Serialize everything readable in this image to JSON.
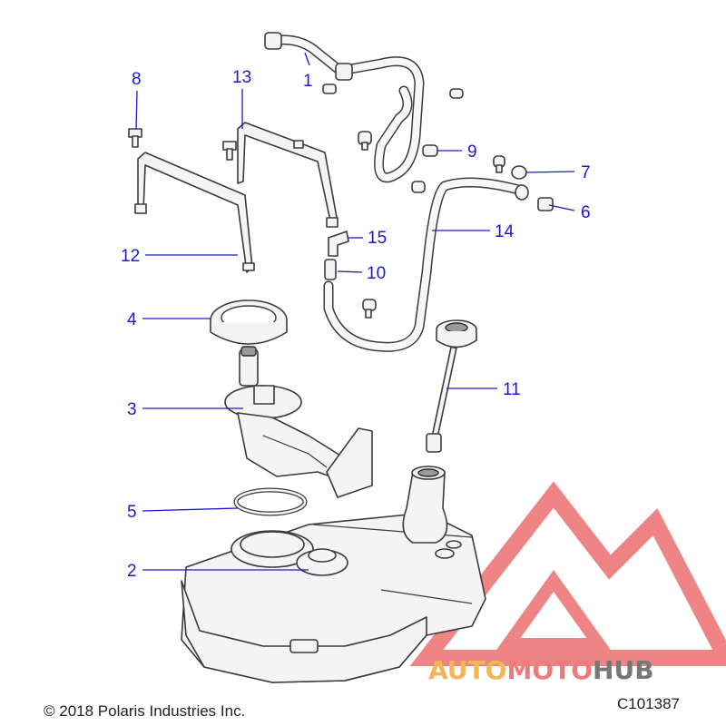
{
  "callouts": [
    "1",
    "2",
    "3",
    "4",
    "5",
    "6",
    "7",
    "8",
    "9",
    "10",
    "11",
    "12",
    "13",
    "14",
    "15"
  ],
  "footer": {
    "copyright": "© 2018 Polaris Industries Inc.",
    "diagram_code": "C101387"
  },
  "watermark": {
    "word_auto": "AUTO",
    "word_moto": "MOTO",
    "word_hub": "HUB",
    "colors": {
      "auto": "#f3b45a",
      "moto": "#ee7b7b",
      "hub": "#777777",
      "triangle": "#ec6f6f"
    }
  },
  "colors": {
    "callout": "#1a1acc",
    "line": "#3a3a3a",
    "fill": "#f4f4f4"
  }
}
